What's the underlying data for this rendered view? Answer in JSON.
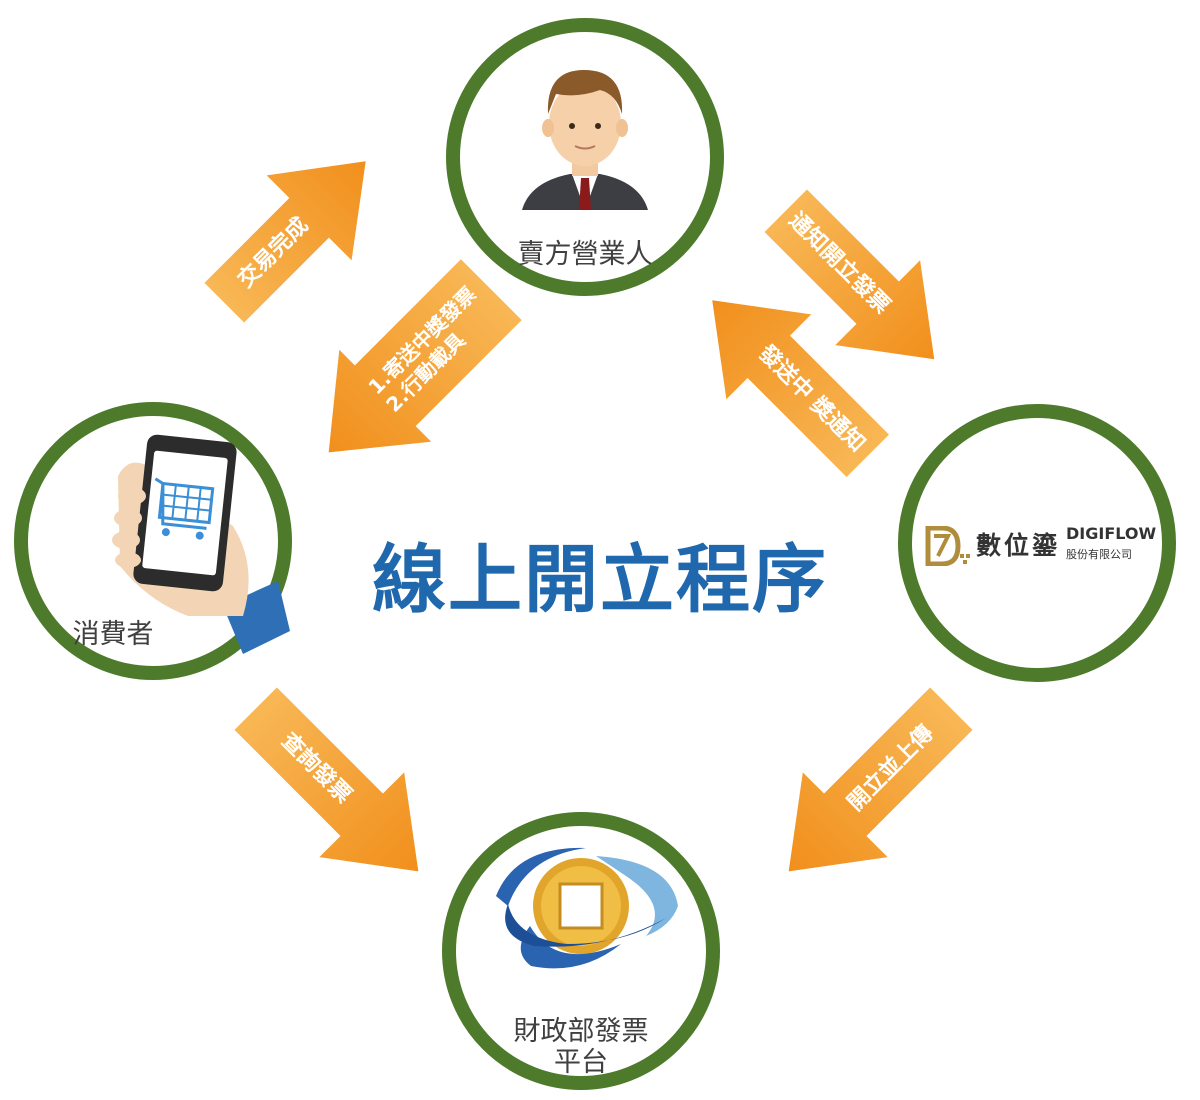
{
  "title": "線上開立程序",
  "nodes": {
    "seller": "賣方營業人",
    "consumer": "消費者",
    "provider": {
      "name_cn": "數位鎏",
      "name_en": "DIGIFLOW",
      "subtitle": "股份有限公司"
    },
    "platform": "財政部發票\n平台"
  },
  "arrows": {
    "transaction_complete": "交易完成",
    "send_winning": "1.寄送中獎發票\n2.行動載具",
    "notify_issue": "通知開立發票",
    "send_notice": "發送中 獎通知",
    "query_invoice": "查詢發票",
    "issue_upload": "開立並上傳"
  },
  "colors": {
    "ring": "#4d7a2b",
    "arrow_light": "#f8b755",
    "arrow_dark": "#f18f1c",
    "title": "#2068ae",
    "brand_gold": "#b08d3a"
  }
}
